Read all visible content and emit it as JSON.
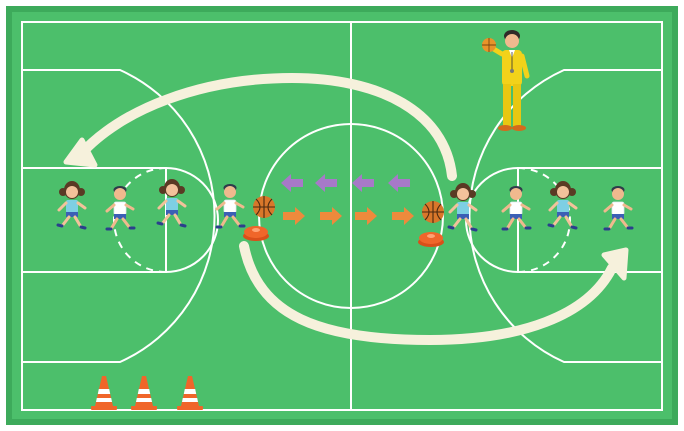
{
  "colors": {
    "court": "#4cbf6b",
    "border": "#3daa5b",
    "line": "#ffffff",
    "path_arrow": "#f6f1dc",
    "pass_arrow_purple": "#a779c8",
    "pass_arrow_orange": "#ee8a3c",
    "ball": "#d9772a",
    "cone": "#f0662a",
    "coach_shirt": "#f2d21a"
  },
  "scene": {
    "court": "basketball-court-top-view",
    "players_left": [
      {
        "type": "girl",
        "jersey": "#7ecfe3"
      },
      {
        "type": "boy",
        "jersey": "#ffffff"
      },
      {
        "type": "girl",
        "jersey": "#7ecfe3"
      },
      {
        "type": "boy",
        "jersey": "#ffffff",
        "has_ball": true
      }
    ],
    "players_right": [
      {
        "type": "girl",
        "jersey": "#7ecfe3",
        "has_ball": true
      },
      {
        "type": "boy",
        "jersey": "#ffffff"
      },
      {
        "type": "girl",
        "jersey": "#7ecfe3"
      },
      {
        "type": "boy",
        "jersey": "#ffffff"
      }
    ],
    "coach": {
      "shirt": "#f2d21a",
      "holding": "ball"
    },
    "cones_count": 3,
    "marker_discs_count": 2,
    "purple_arrows_count": 4,
    "orange_arrows_count": 4
  }
}
